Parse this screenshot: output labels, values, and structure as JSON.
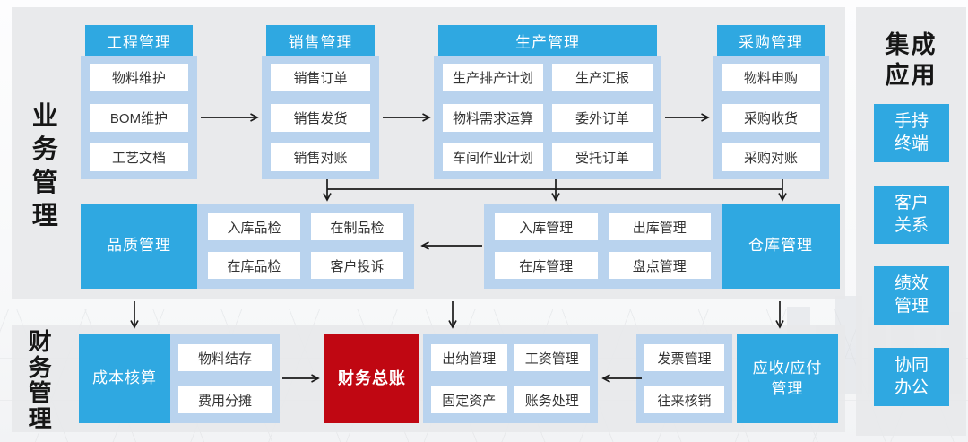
{
  "diagram": {
    "side_labels": {
      "business": "业务管理",
      "finance": "财务管理"
    },
    "top_columns": [
      {
        "header": "工程管理",
        "items": [
          "物料维护",
          "BOM维护",
          "工艺文档"
        ]
      },
      {
        "header": "销售管理",
        "items": [
          "销售订单",
          "销售发货",
          "销售对账"
        ]
      },
      {
        "header": "生产管理",
        "items_left": [
          "生产排产计划",
          "物料需求运算",
          "车间作业计划"
        ],
        "items_right": [
          "生产汇报",
          "委外订单",
          "受托订单"
        ]
      },
      {
        "header": "采购管理",
        "items": [
          "物料申购",
          "采购收货",
          "采购对账"
        ]
      }
    ],
    "middle_row": {
      "quality_label": "品质管理",
      "quality_items": [
        "入库品检",
        "在制品检",
        "在库品检",
        "客户投诉"
      ],
      "warehouse_items": [
        "入库管理",
        "出库管理",
        "在库管理",
        "盘点管理"
      ],
      "warehouse_label": "仓库管理"
    },
    "finance_row": {
      "cost_label": "成本核算",
      "cost_items": [
        "物料结存",
        "费用分摊"
      ],
      "ledger_label": "财务总账",
      "accounting_items": [
        "出纳管理",
        "工资管理",
        "固定资产",
        "账务处理"
      ],
      "invoice_items": [
        "发票管理",
        "往来核销"
      ],
      "receivable_label": "应收/应付\n管理"
    },
    "integration": {
      "title": "集成\n应用",
      "items": [
        "手持\n终端",
        "客户\n关系",
        "绩效\n管理",
        "协同\n办公"
      ]
    },
    "colors": {
      "accent_blue": "#2FA8E1",
      "container_blue": "#B9D3EE",
      "ledger_red": "#C00712",
      "panel_gray": "rgba(232,233,235,0.94)",
      "arrow": "#1A1A1A"
    }
  }
}
